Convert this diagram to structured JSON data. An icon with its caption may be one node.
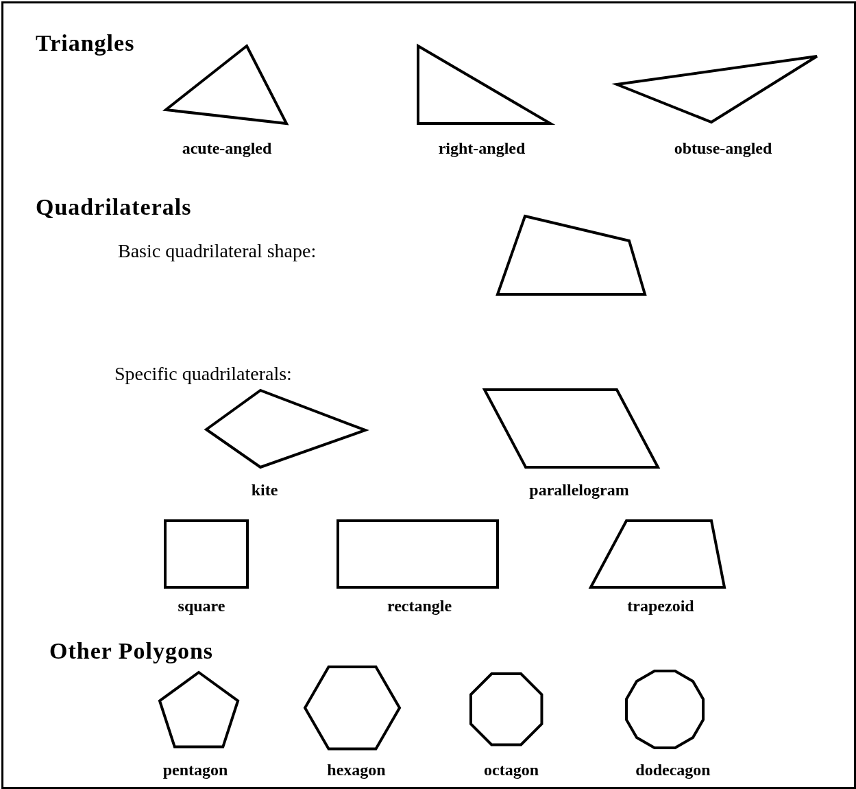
{
  "diagram": {
    "nodes": [
      {
        "text": [],
        "shape": "polygon",
        "beside": [
          "acute-angled"
        ]
      },
      {
        "text": [],
        "shape": "polygon",
        "beside": [
          "right-angled"
        ]
      },
      {
        "text": [],
        "shape": "polygon",
        "beside": [
          "obtuse-angled"
        ]
      },
      {
        "text": [],
        "shape": "polygon"
      },
      {
        "text": [],
        "shape": "polygon",
        "beside": [
          "kite"
        ]
      },
      {
        "text": [],
        "shape": "polygon",
        "beside": [
          "parallelogram"
        ]
      },
      {
        "text": [],
        "shape": "polygon",
        "beside": [
          "square"
        ]
      },
      {
        "text": [],
        "shape": "polygon",
        "beside": [
          "rectangle"
        ]
      },
      {
        "text": [],
        "shape": "polygon",
        "beside": [
          "trapezoid"
        ]
      },
      {
        "text": [],
        "shape": "polygon",
        "beside": [
          "pentagon"
        ]
      },
      {
        "text": [],
        "shape": "polygon",
        "beside": [
          "hexagon"
        ]
      },
      {
        "text": [],
        "shape": "polygon",
        "beside": [
          "octagon"
        ]
      },
      {
        "text": [],
        "shape": "polygon",
        "beside": [
          "dodecagon"
        ]
      }
    ],
    "labels": [
      "Triangles",
      "Quadrilaterals",
      "Basic quadrilateral shape:",
      "Specific quadrilaterals:",
      "Other Polygons"
    ]
  }
}
